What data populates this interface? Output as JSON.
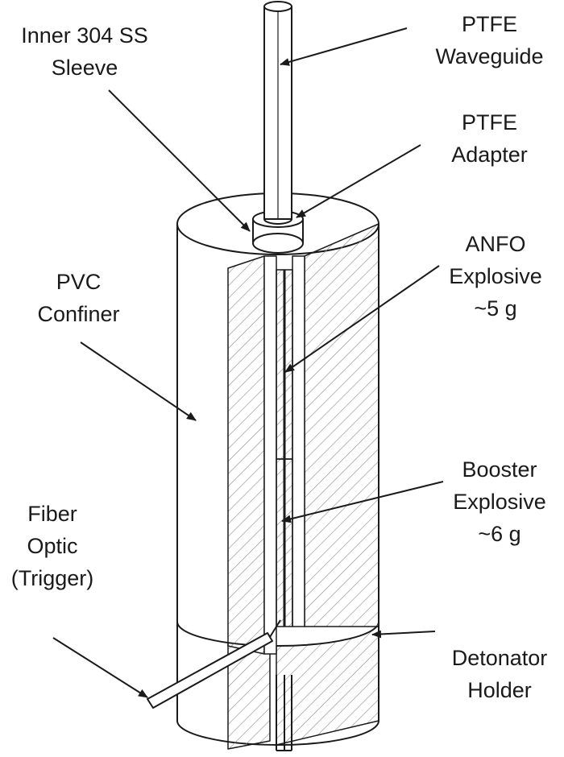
{
  "colors": {
    "line": "#1a1a1a",
    "hatch": "#8a8a8a",
    "fill": "#ffffff"
  },
  "labels": {
    "inner_sleeve": [
      "Inner 304 SS",
      "Sleeve"
    ],
    "ptfe_waveguide": [
      "PTFE",
      "Waveguide"
    ],
    "ptfe_adapter": [
      "PTFE",
      "Adapter"
    ],
    "pvc_confiner": [
      "PVC",
      "Confiner"
    ],
    "anfo_explosive": [
      "ANFO",
      "Explosive",
      "~5 g"
    ],
    "booster_explosive": [
      "Booster",
      "Explosive",
      "~6 g"
    ],
    "fiber_optic": [
      "Fiber",
      "Optic",
      "(Trigger)"
    ],
    "detonator_holder": [
      "Detonator",
      "Holder"
    ]
  }
}
